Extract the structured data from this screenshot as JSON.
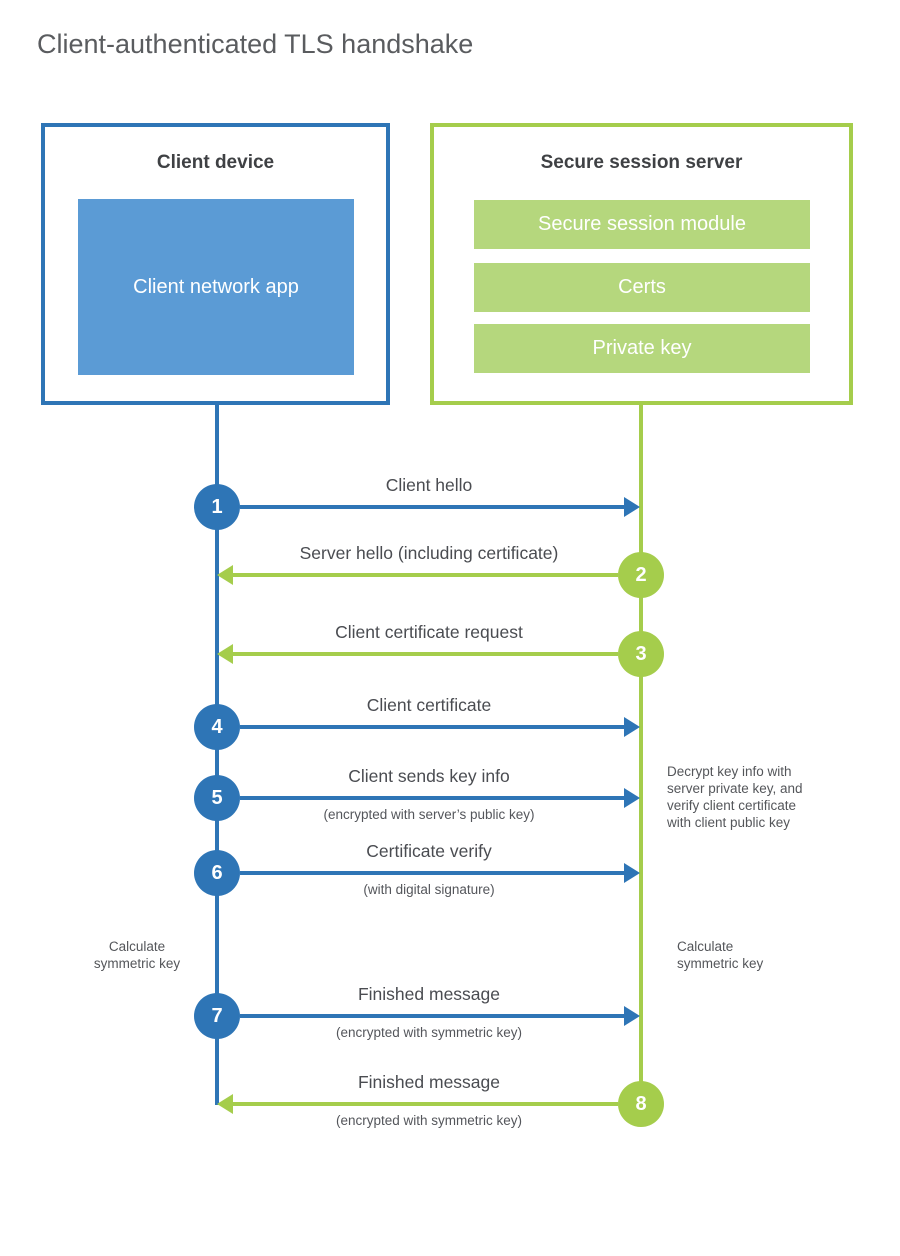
{
  "page": {
    "title": "Client-authenticated TLS handshake"
  },
  "colors": {
    "blue": "#2e75b6",
    "blue_fill": "#5b9bd5",
    "green": "#a5cd4c",
    "green_fill": "#b5d77d"
  },
  "client": {
    "title": "Client device",
    "app_label": "Client network app"
  },
  "server": {
    "title": "Secure session server",
    "modules": [
      "Secure session module",
      "Certs",
      "Private key"
    ]
  },
  "steps": [
    {
      "number": "1",
      "label": "Client hello",
      "sublabel": "",
      "direction": "client-to-server"
    },
    {
      "number": "2",
      "label": "Server hello (including certificate)",
      "sublabel": "",
      "direction": "server-to-client"
    },
    {
      "number": "3",
      "label": "Client certificate request",
      "sublabel": "",
      "direction": "server-to-client"
    },
    {
      "number": "4",
      "label": "Client certificate",
      "sublabel": "",
      "direction": "client-to-server"
    },
    {
      "number": "5",
      "label": "Client sends key info",
      "sublabel": "(encrypted with server’s public key)",
      "direction": "client-to-server"
    },
    {
      "number": "6",
      "label": "Certificate verify",
      "sublabel": "(with digital signature)",
      "direction": "client-to-server"
    },
    {
      "number": "7",
      "label": "Finished message",
      "sublabel": "(encrypted with symmetric key)",
      "direction": "client-to-server"
    },
    {
      "number": "8",
      "label": "Finished message",
      "sublabel": "(encrypted with symmetric key)",
      "direction": "server-to-client"
    }
  ],
  "notes": {
    "decrypt_lines": [
      "Decrypt key info with",
      "server private key, and",
      "verify client certificate",
      "with client public key"
    ],
    "calculate_left": {
      "line1": "Calculate",
      "line2": "symmetric key"
    },
    "calculate_right": {
      "line1": "Calculate",
      "line2": "symmetric key"
    }
  }
}
